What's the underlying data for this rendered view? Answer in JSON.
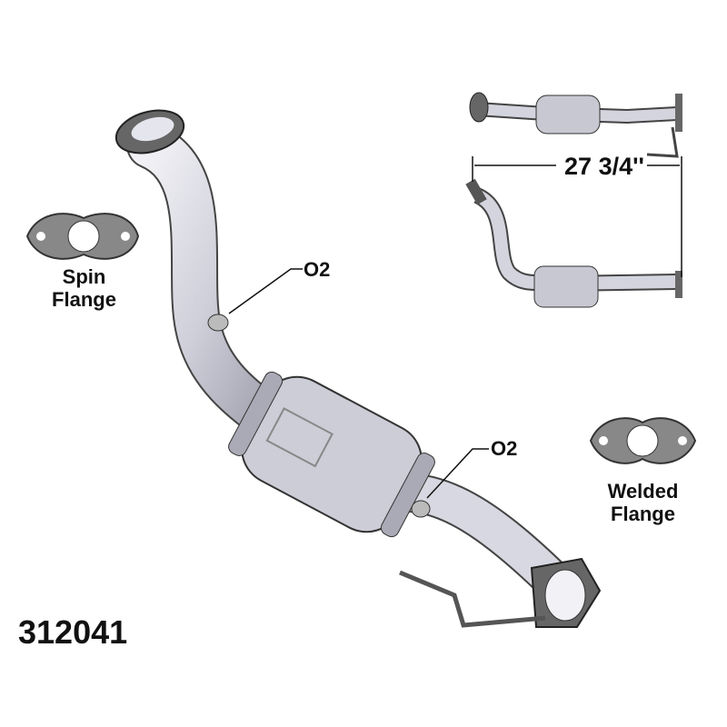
{
  "part_number": "312041",
  "dimension": "27 3/4''",
  "labels": {
    "spin_flange_1": "Spin",
    "spin_flange_2": "Flange",
    "welded_flange_1": "Welded",
    "welded_flange_2": "Flange",
    "o2_upper": "O2",
    "o2_lower": "O2"
  },
  "colors": {
    "pipe": "#d4d4de",
    "pipe_shadow": "#9a9aa6",
    "outline": "#333333",
    "gasket": "#777777"
  }
}
